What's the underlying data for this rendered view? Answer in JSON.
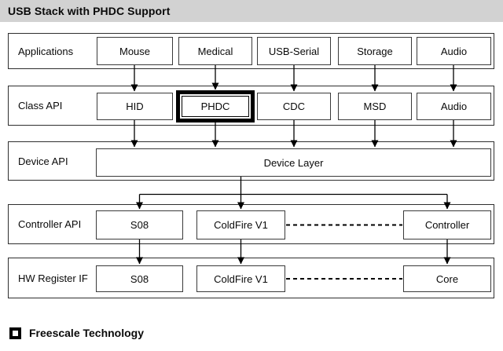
{
  "title": "USB Stack with PHDC Support",
  "rows": [
    {
      "label": "Applications",
      "boxes": [
        "Mouse",
        "Medical",
        "USB-Serial",
        "Storage",
        "Audio"
      ]
    },
    {
      "label": "Class API",
      "boxes": [
        "HID",
        "PHDC",
        "CDC",
        "MSD",
        "Audio"
      ],
      "highlighted_box": "PHDC"
    },
    {
      "label": "Device API",
      "boxes": [
        "Device Layer"
      ]
    },
    {
      "label": "Controller API",
      "boxes": [
        "S08",
        "ColdFire V1",
        "Controller"
      ]
    },
    {
      "label": "HW Register IF",
      "boxes": [
        "S08",
        "ColdFire V1",
        "Core"
      ]
    }
  ],
  "legend": {
    "label": "Freescale Technology"
  },
  "colors": {
    "header_bg": "#d2d2d2",
    "row_border": "#2e2e2e",
    "box_border": "#3a3a3a",
    "highlight_border": "#000000",
    "arrow": "#000000",
    "text": "#0a0a0a"
  }
}
